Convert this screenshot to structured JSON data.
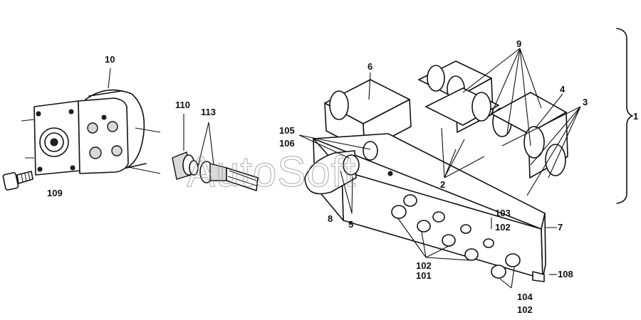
{
  "watermark": "AutoSoft",
  "labels": {
    "p1": "1",
    "p2": "2",
    "p3": "3",
    "p4": "4",
    "p5": "5",
    "p6": "6",
    "p7": "7",
    "p8": "8",
    "p9": "9",
    "p10": "10",
    "p101": "101",
    "p102a": "102",
    "p102b": "102",
    "p102c": "102",
    "p103": "103",
    "p104": "104",
    "p105": "105",
    "p106": "106",
    "p108": "108",
    "p109": "109",
    "p110": "110",
    "p113": "113"
  }
}
